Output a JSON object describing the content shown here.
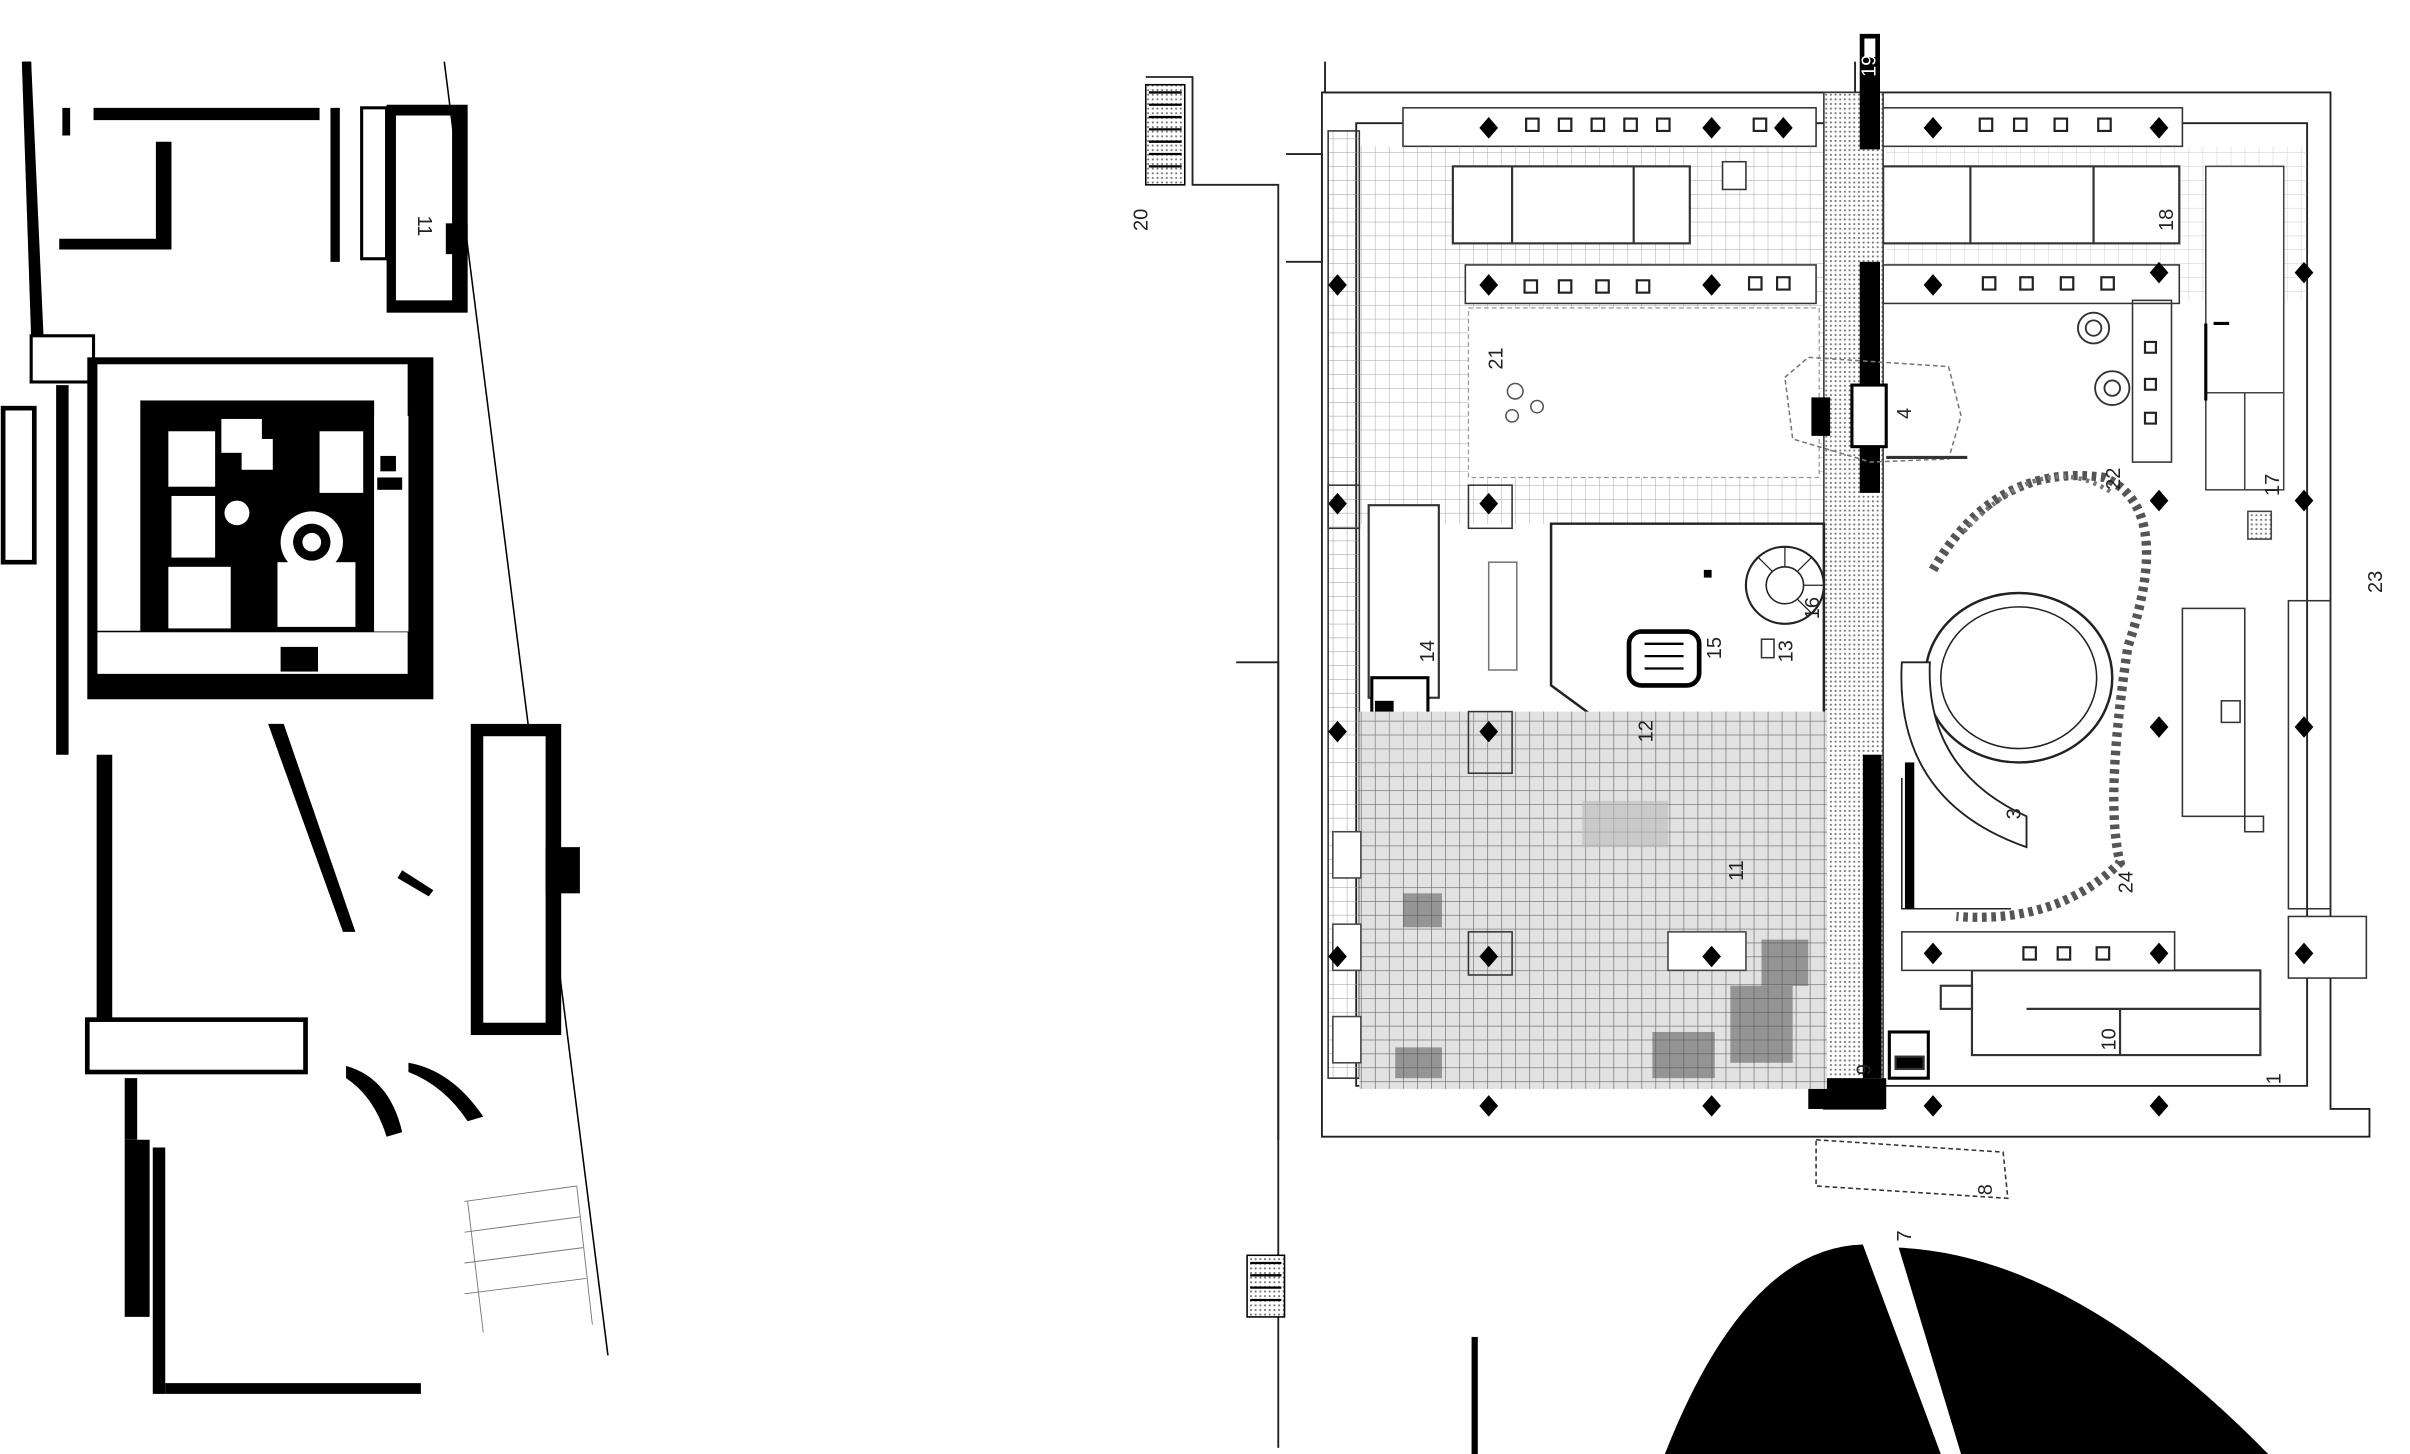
{
  "site_plan": {
    "building_label": "11"
  },
  "floor_plan": {
    "labels": {
      "l1": "1",
      "l3": "3",
      "l4": "4",
      "l7": "7",
      "l8": "8",
      "l9": "9",
      "l10": "10",
      "l11": "11",
      "l12": "12",
      "l13": "13",
      "l14": "14",
      "l15": "15",
      "l16": "16",
      "l17": "17",
      "l18": "18",
      "l19": "19",
      "l20": "20",
      "l21": "21",
      "l22": "22",
      "l23": "23",
      "l24": "24"
    }
  }
}
